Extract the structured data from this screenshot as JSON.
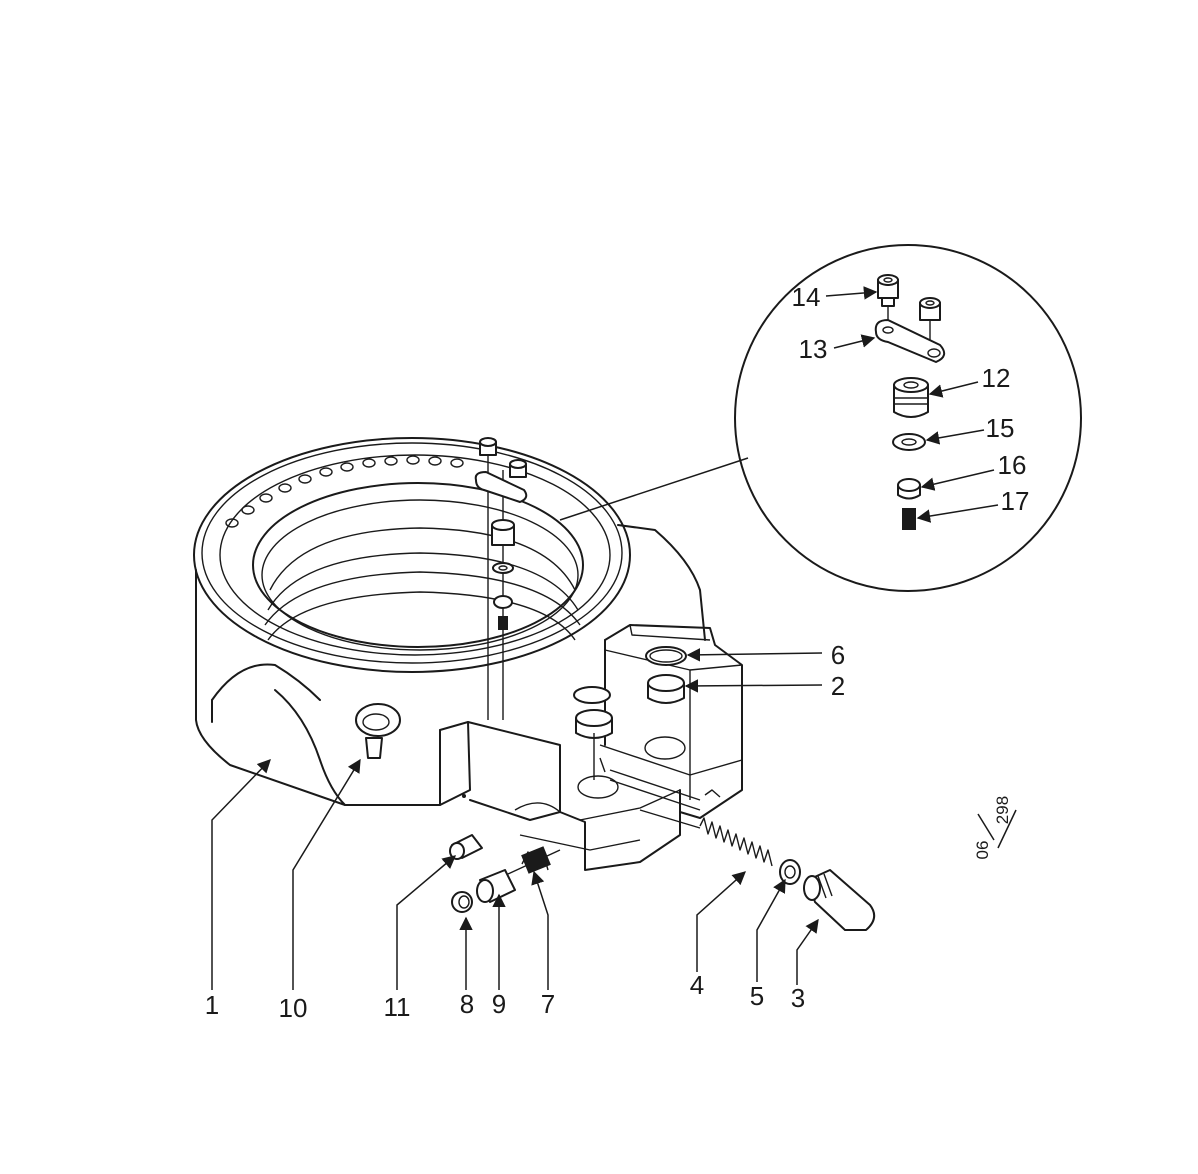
{
  "callouts": {
    "c1": "1",
    "c2": "2",
    "c3": "3",
    "c4": "4",
    "c5": "5",
    "c6": "6",
    "c7": "7",
    "c8": "8",
    "c9": "9",
    "c10": "10",
    "c11": "11",
    "c12": "12",
    "c13": "13",
    "c14": "14",
    "c15": "15",
    "c16": "16",
    "c17": "17"
  },
  "doc_ref": {
    "top": "06",
    "bottom": "298"
  }
}
